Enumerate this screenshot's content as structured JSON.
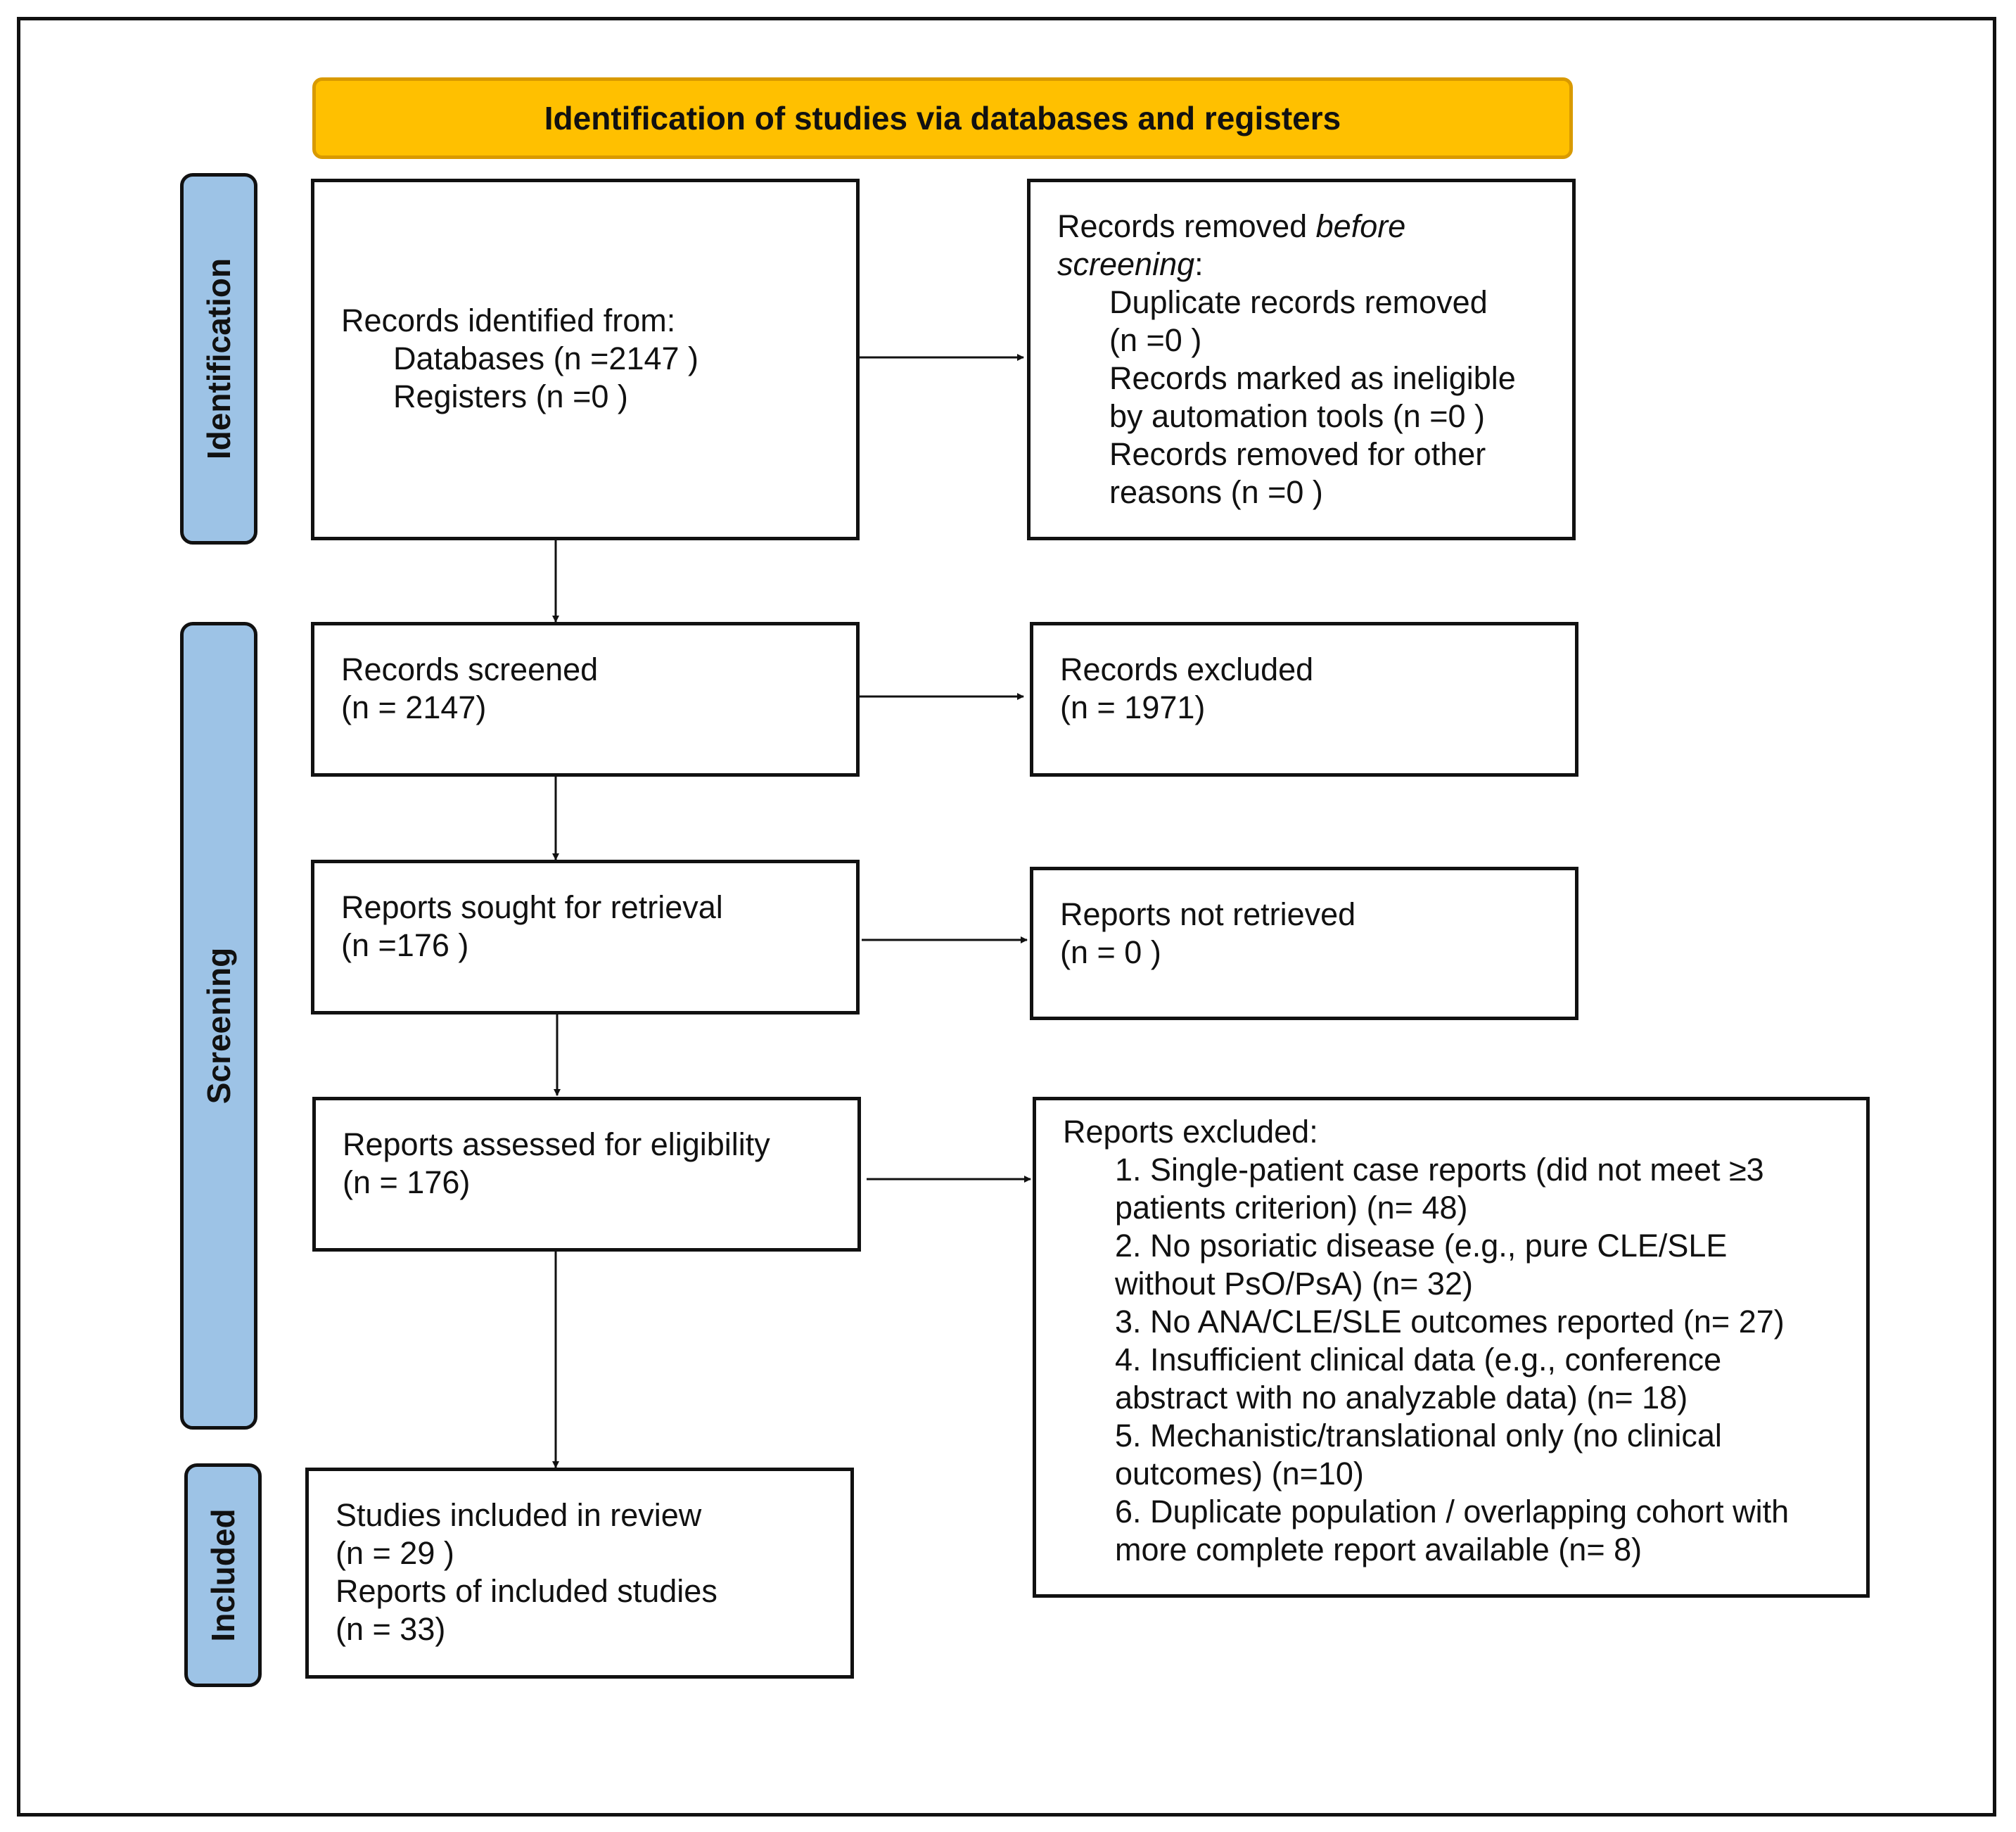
{
  "header": "Identification of studies via databases and registers",
  "phases": {
    "identification": "Identification",
    "screening": "Screening",
    "included": "Included"
  },
  "identified": {
    "title": "Records identified from:",
    "databases": "Databases (n =2147 )",
    "registers": "Registers (n =0 )"
  },
  "removed": {
    "title_a": "Records removed ",
    "title_b": "before",
    "title_c": "screening",
    "title_d": ":",
    "dup_1": "Duplicate records removed",
    "dup_2": "(n =0 )",
    "auto_1": "Records marked as ineligible",
    "auto_2": "by automation tools (n =0 )",
    "other_1": "Records removed for other",
    "other_2": "reasons (n =0 )"
  },
  "screened": {
    "title": "Records screened",
    "count": "(n = 2147)"
  },
  "excluded_records": {
    "title": "Records excluded",
    "count": "(n = 1971)"
  },
  "sought": {
    "title": "Reports sought for retrieval",
    "count": "(n =176 )"
  },
  "not_retrieved": {
    "title": "Reports not retrieved",
    "count": "(n = 0 )"
  },
  "assessed": {
    "title": "Reports assessed for eligibility",
    "count": "(n = 176)"
  },
  "excluded_reports": {
    "title": "Reports excluded:",
    "r1a": "1. Single-patient case reports (did not meet ≥3",
    "r1b": "patients criterion) (n= 48)",
    "r2a": "2. No psoriatic disease (e.g., pure CLE/SLE",
    "r2b": "without PsO/PsA) (n= 32)",
    "r3a": "3. No ANA/CLE/SLE outcomes reported   (n= 27)",
    "r4a": "4. Insufficient clinical data (e.g., conference",
    "r4b": "abstract with no analyzable data) (n= 18)",
    "r5a": "5. Mechanistic/translational only (no clinical",
    "r5b": "outcomes) (n=10)",
    "r6a": "6. Duplicate population / overlapping cohort with",
    "r6b": "more complete report available (n= 8)"
  },
  "included": {
    "studies": "Studies included in review",
    "studies_count": "(n = 29 )",
    "reports": "Reports of included studies",
    "reports_count": "(n = 33)"
  },
  "colors": {
    "header_fill": "#ffc000",
    "phase_fill": "#9dc3e6",
    "line": "#111111"
  }
}
